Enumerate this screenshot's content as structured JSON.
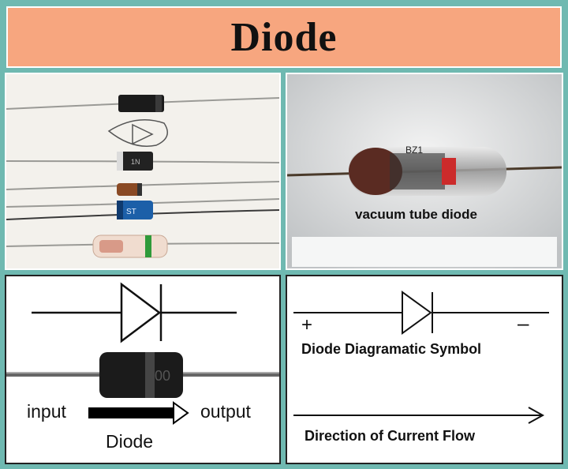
{
  "title": "Diode",
  "vacuum_panel": {
    "caption": "vacuum tube diode"
  },
  "symbol_panel_left": {
    "input_label": "input",
    "output_label": "output",
    "diode_label": "Diode"
  },
  "symbol_panel_right": {
    "plus_label": "+",
    "minus_label": "–",
    "symbol_caption": "Diode Diagramatic Symbol",
    "flow_caption": "Direction of Current Flow"
  },
  "colors": {
    "title_bg": "#f7a67f",
    "frame_bg": "#6fb9b1",
    "diode_body": "#1b1b1b",
    "glass_band": "#cc2b2b",
    "blue_diode": "#1c5fa8",
    "green_band": "#2f9a3a"
  }
}
